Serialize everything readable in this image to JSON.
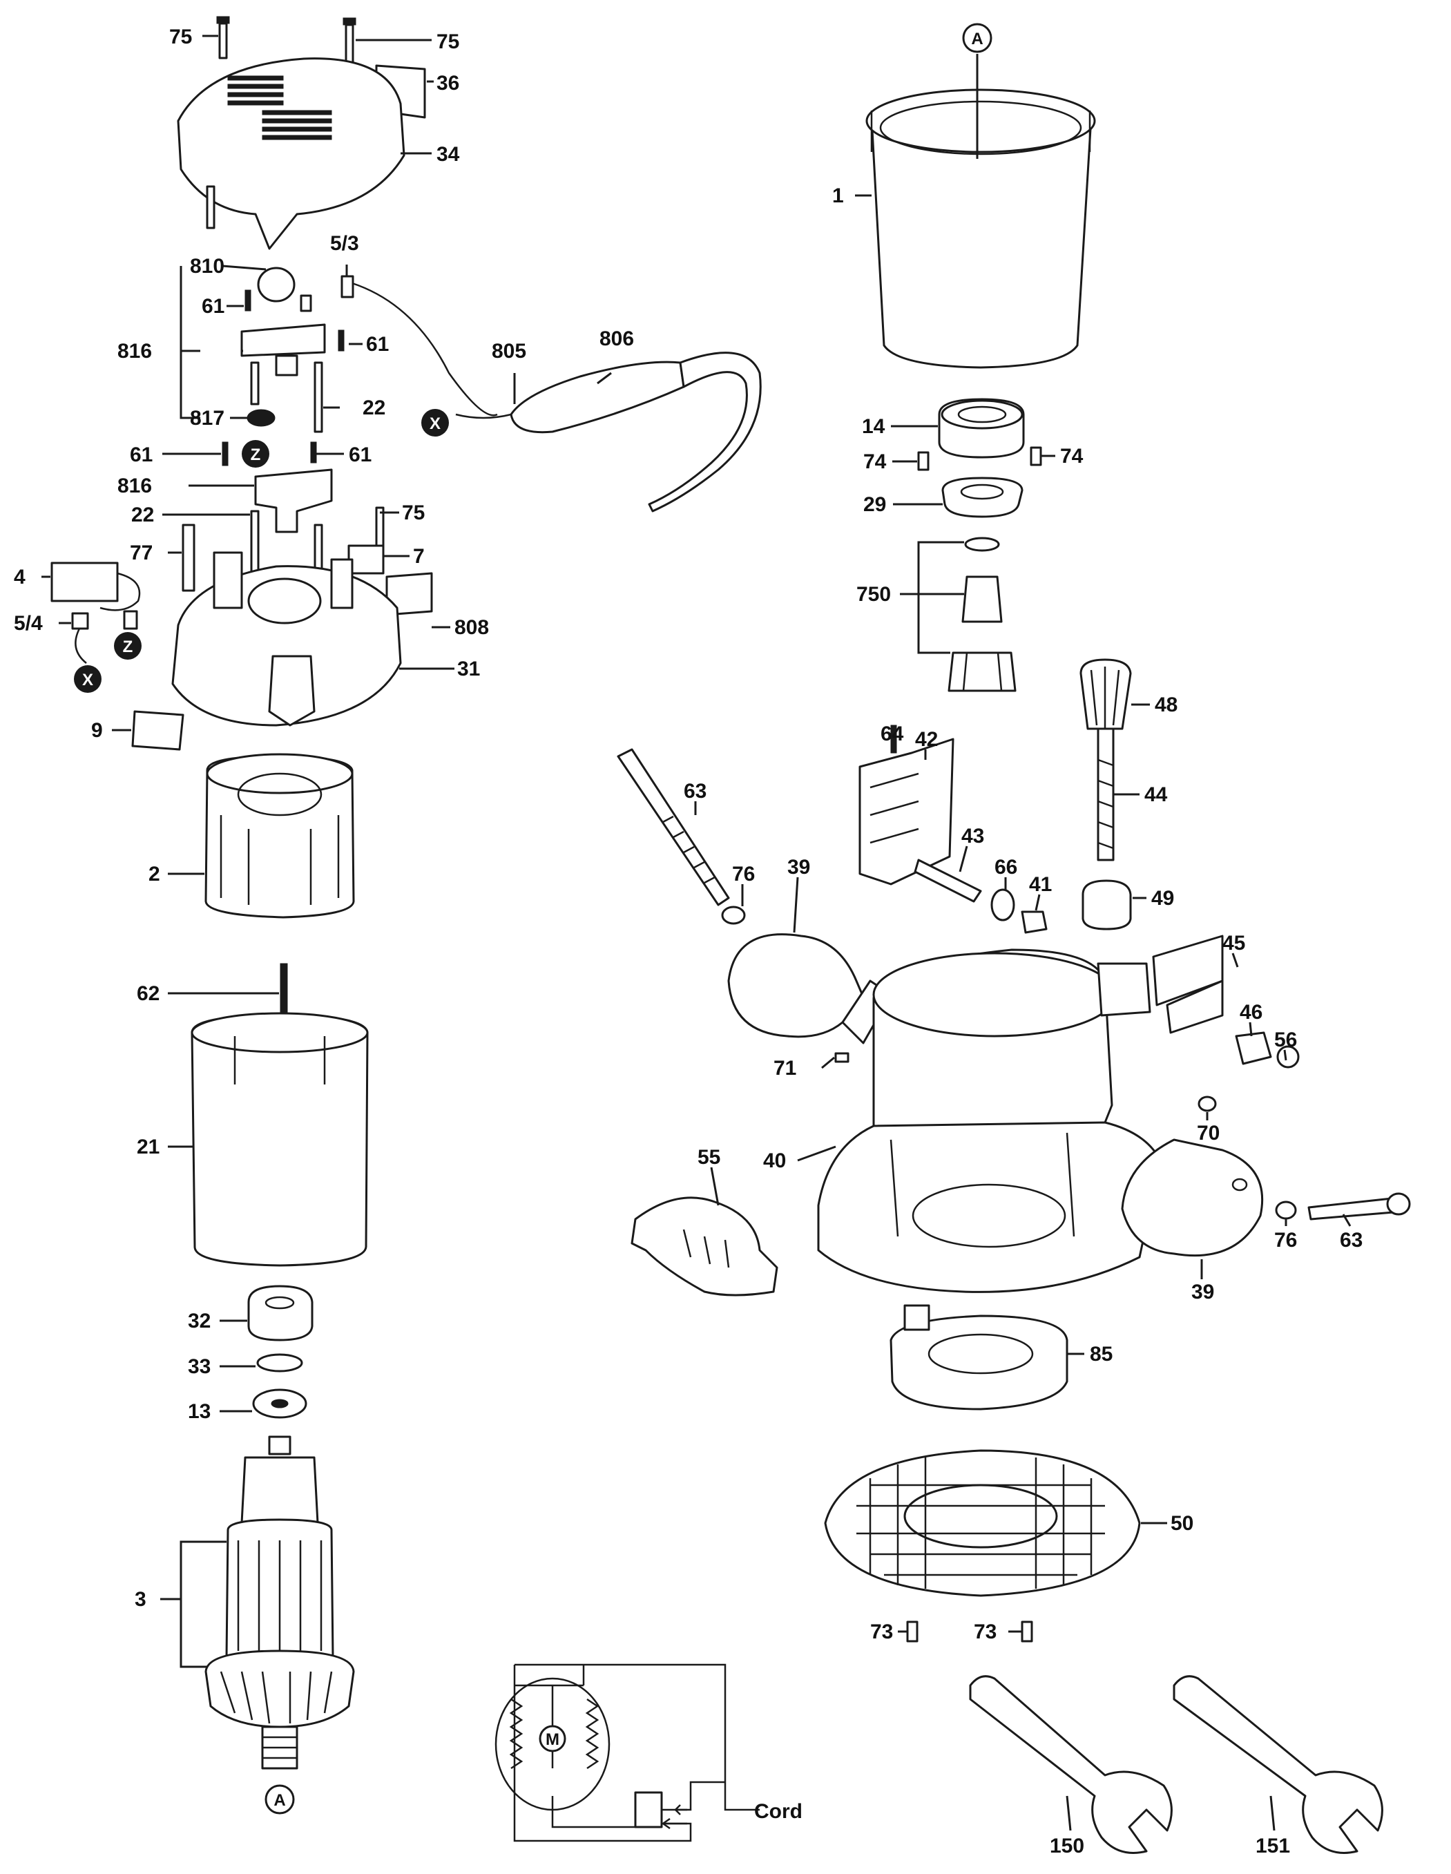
{
  "callouts": {
    "p75a": "75",
    "p75b": "75",
    "p36": "36",
    "p34": "34",
    "p810": "810",
    "p53": "5/3",
    "p61a": "61",
    "p61b": "61",
    "p816a": "816",
    "p817": "817",
    "p22a": "22",
    "p805": "805",
    "p806": "806",
    "p61c": "61",
    "p61d": "61",
    "p816b": "816",
    "p75c": "75",
    "p22b": "22",
    "p77": "77",
    "p7": "7",
    "p4": "4",
    "p54": "5/4",
    "p808": "808",
    "p31": "31",
    "p9": "9",
    "p2": "2",
    "p62": "62",
    "p21": "21",
    "p32": "32",
    "p33": "33",
    "p13": "13",
    "p3": "3",
    "p1": "1",
    "p14": "14",
    "p74a": "74",
    "p74b": "74",
    "p29": "29",
    "p750": "750",
    "p48": "48",
    "p44": "44",
    "p64": "64",
    "p42": "42",
    "p63a": "63",
    "p76a": "76",
    "p39a": "39",
    "p43": "43",
    "p66": "66",
    "p41": "41",
    "p49": "49",
    "p45": "45",
    "p71": "71",
    "p46": "46",
    "p56": "56",
    "p70": "70",
    "p40": "40",
    "p55": "55",
    "p76b": "76",
    "p63b": "63",
    "p39b": "39",
    "p85": "85",
    "p50": "50",
    "p73a": "73",
    "p73b": "73",
    "p150": "150",
    "p151": "151"
  },
  "markers": {
    "a_top": "A",
    "a_bottom": "A",
    "x_cord": "X",
    "x_switch": "X",
    "z_brush": "Z",
    "z_switch": "Z"
  },
  "schematic": {
    "cord_label": "Cord",
    "motor_label": "M"
  }
}
